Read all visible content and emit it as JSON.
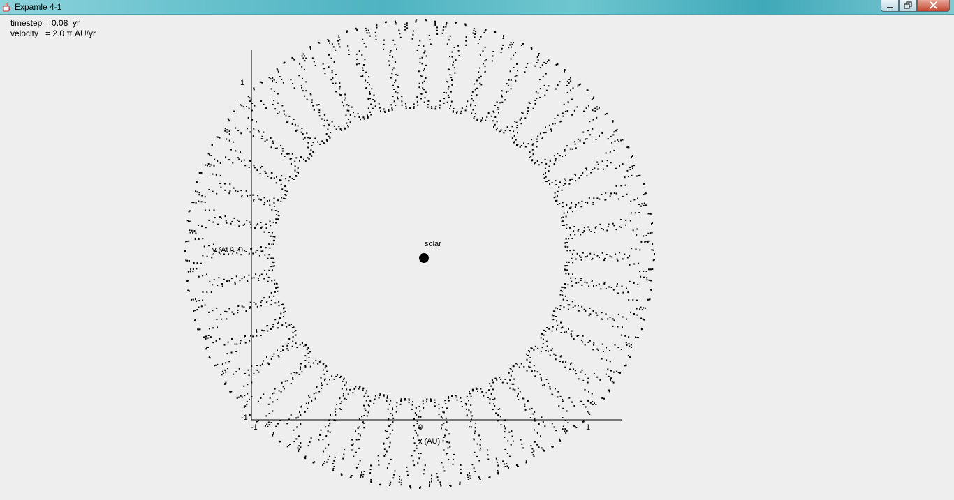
{
  "window": {
    "title": "Expamle 4-1"
  },
  "info": {
    "timestep": "timestep = 0.08  yr",
    "velocity": "velocity   = 2.0 π AU/yr"
  },
  "chart_data": {
    "type": "scatter",
    "title": "",
    "xlabel": "x (AU)",
    "ylabel": "y (AU)",
    "xlim": [
      -1,
      1.2
    ],
    "ylim": [
      -1,
      1.2
    ],
    "x_ticks": [
      "-1",
      "0",
      "1"
    ],
    "y_ticks": [
      "1",
      "0",
      "-1"
    ],
    "y_zero_label": "y (AU) -0",
    "center_label": "solar",
    "center": [
      0,
      0
    ],
    "pattern": "epicyclic orbit trace forming a ring",
    "ring_inner_radius_au": 0.87,
    "ring_outer_radius_au": 1.4,
    "loops": 40
  },
  "colors": {
    "background": "#eeeeee",
    "points": "#000000",
    "axes": "#000000"
  },
  "icons": {
    "app": "java-cup-icon",
    "minimize": "minimize-icon",
    "maximize": "maximize-icon",
    "close": "close-icon"
  }
}
